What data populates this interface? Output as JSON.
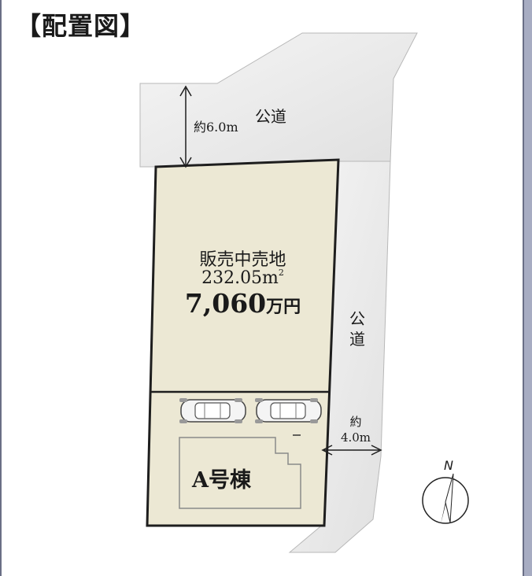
{
  "title": "【配置図】",
  "roads": {
    "north_label": "公道",
    "north_width": "約6.0m",
    "east_label": "公道",
    "east_width_prefix": "約",
    "east_width_value": "4.0m"
  },
  "lot": {
    "title": "販売中売地",
    "area_value": "232.05m",
    "area_superscript": "2",
    "price_value": "7,060",
    "price_unit": "万円",
    "fill_color": "#ece8d4"
  },
  "building": {
    "label": "A号棟"
  },
  "compass": {
    "letter": "N"
  },
  "colors": {
    "road": "#ececec",
    "road_edge": "#b8b8b8",
    "lot_border": "#1e1e1e",
    "frame": "#6a6f86",
    "building_outline": "#8a8a8a"
  }
}
